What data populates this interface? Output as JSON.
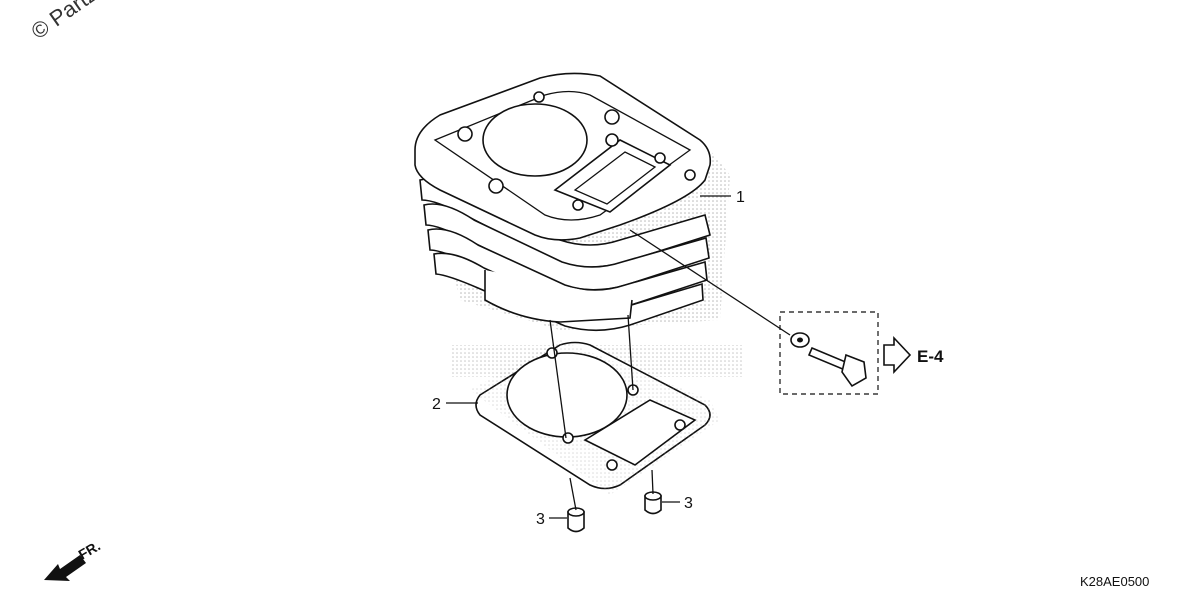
{
  "watermark": "© Partz",
  "callouts": [
    {
      "id": "1",
      "label": "1",
      "part": "cylinder"
    },
    {
      "id": "2",
      "label": "2",
      "part": "cylinder-gasket"
    },
    {
      "id": "3a",
      "label": "3",
      "part": "dowel-pin"
    },
    {
      "id": "3b",
      "label": "3",
      "part": "dowel-pin"
    }
  ],
  "reference": {
    "label": "E-4"
  },
  "front_indicator": {
    "label": "FR."
  },
  "diagram_code": "K28AE0500"
}
